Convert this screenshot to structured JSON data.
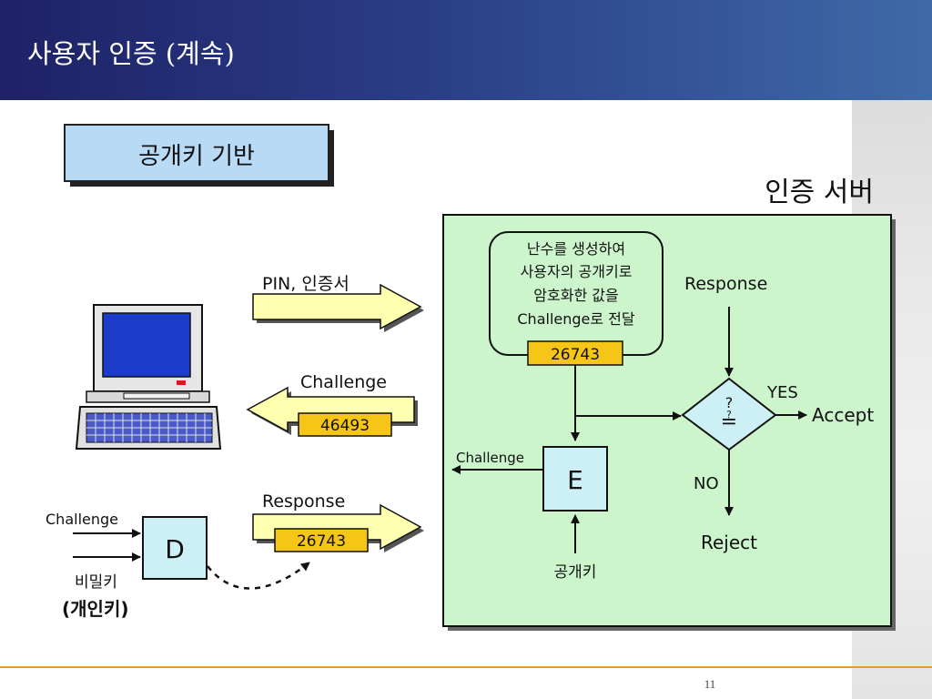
{
  "header": {
    "title": "사용자 인증 (계속)"
  },
  "diagram": {
    "category_label": "공개키 기반",
    "server_label": "인증 서버",
    "client_to_server": {
      "label": "PIN, 인증서"
    },
    "challenge_arrow": {
      "label": "Challenge",
      "value": "46493"
    },
    "response_arrow": {
      "label": "Response",
      "value": "26743"
    },
    "process_note": {
      "lines": [
        "난수를 생성하여",
        "사용자의 공개키로",
        "암호화한 값을",
        "Challenge로 전달"
      ],
      "value": "26743"
    },
    "server_response_label": "Response",
    "compare_symbol": "≟",
    "compare_question": "?",
    "yes_label": "YES",
    "accept_label": "Accept",
    "no_label": "NO",
    "reject_label": "Reject",
    "encrypt_box": {
      "label": "E",
      "challenge_out_label": "Challenge",
      "key_label": "공개키"
    },
    "decrypt_box": {
      "label": "D",
      "challenge_in_label": "Challenge",
      "key_label": "비밀키",
      "key_note": "(개인키)"
    }
  },
  "colors": {
    "header_start": "#1e2266",
    "header_end": "#3f6aa8",
    "server_fill": "#ccf5cc",
    "value_fill": "#f5c518",
    "arrow_fill": "#ffffb0",
    "box_fill": "#ccf0f5",
    "category_fill": "#b8daf5",
    "footer_line": "#e0a020"
  },
  "footer": {
    "page_number": "11"
  }
}
